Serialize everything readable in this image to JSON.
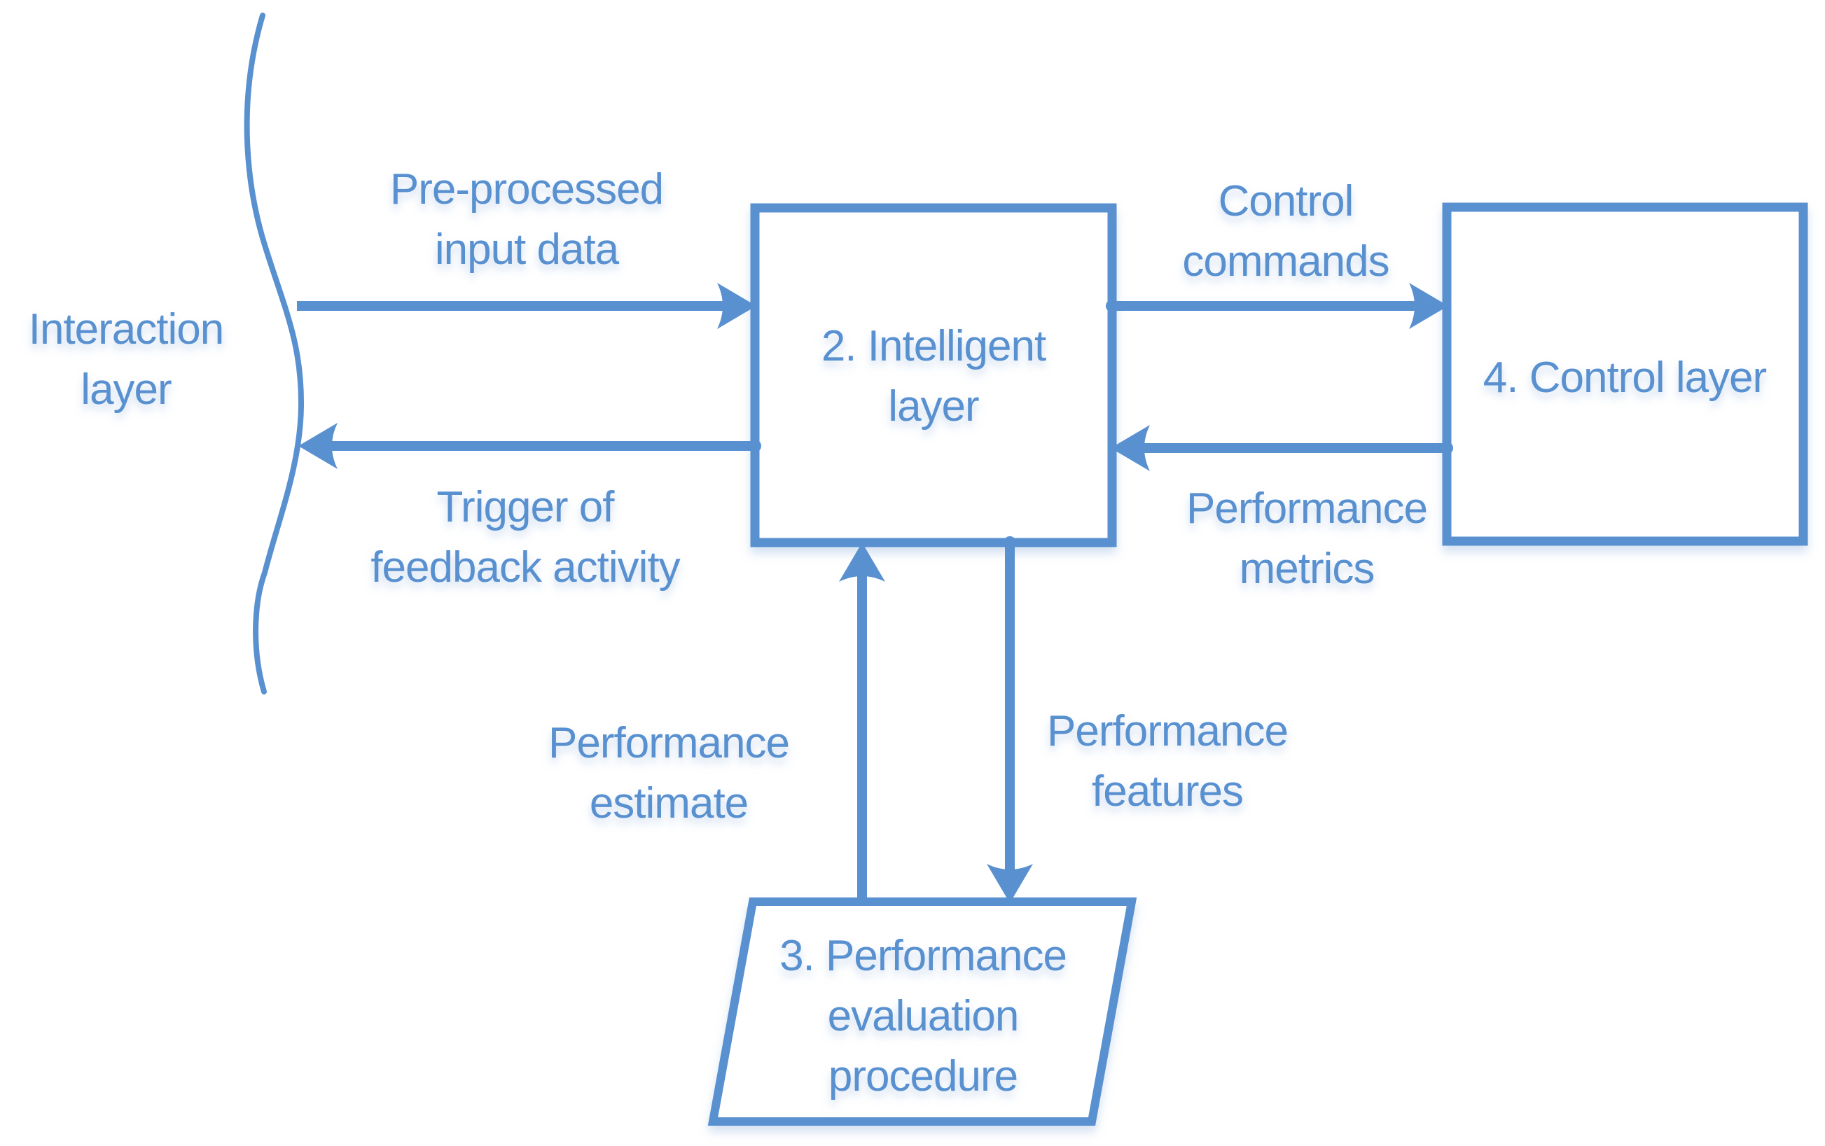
{
  "colors": {
    "accent": "#5890d0",
    "background": "#ffffff"
  },
  "nodes": {
    "interaction_layer": {
      "line1": "Interaction",
      "line2": "layer"
    },
    "intelligent_layer": {
      "line1": "2. Intelligent",
      "line2": "layer"
    },
    "control_layer": {
      "label": "4. Control layer"
    },
    "performance_evaluation": {
      "line1": "3. Performance",
      "line2": "evaluation",
      "line3": "procedure"
    }
  },
  "edge_labels": {
    "pre_processed_input": {
      "line1": "Pre-processed",
      "line2": "input data"
    },
    "trigger_feedback": {
      "line1": "Trigger of",
      "line2": "feedback activity"
    },
    "control_commands": {
      "line1": "Control",
      "line2": "commands"
    },
    "performance_metrics": {
      "line1": "Performance",
      "line2": "metrics"
    },
    "performance_estimate": {
      "line1": "Performance",
      "line2": "estimate"
    },
    "performance_features": {
      "line1": "Performance",
      "line2": "features"
    }
  }
}
